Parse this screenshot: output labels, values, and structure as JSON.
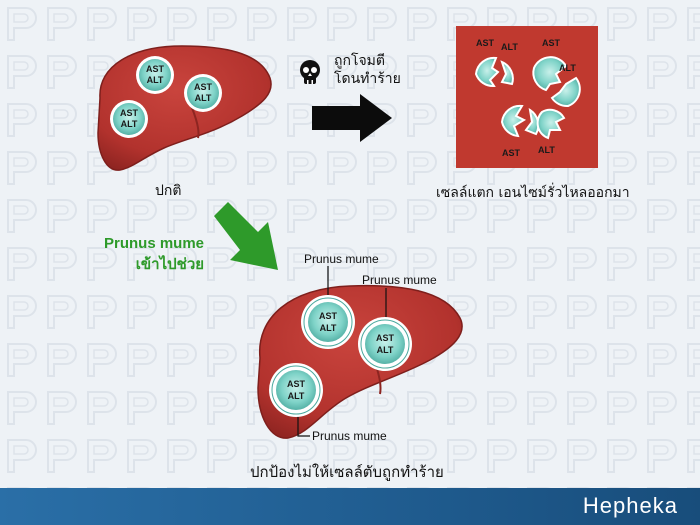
{
  "labels": {
    "attacked": "ถูกโจมตี\nโดนทำร้าย",
    "attacked_line1": "ถูกโจมตี",
    "attacked_line2": "โดนทำร้าย",
    "normal": "ปกติ",
    "cell_burst": "เซลล์แตก เอนไซม์รั่วไหลออกมา",
    "prunus_help_line1": "Prunus mume",
    "prunus_help_line2": "เข้าไปช่วย",
    "protect": "ปกป้องไม่ให้เซลล์ตับถูกทำร้าย",
    "prunus_callout_1": "Prunus mume",
    "prunus_callout_2": "Prunus mume",
    "prunus_callout_3": "Prunus mume"
  },
  "enzymes": {
    "ast": "AST",
    "alt": "ALT"
  },
  "brand": "Hepheka",
  "colors": {
    "liver": "#b8352f",
    "liver_dark": "#8f2522",
    "cell_fill": "#7fd3c8",
    "damaged_bg": "#c23a33",
    "arrow_green": "#2e9a2a",
    "footer": "#245f94"
  }
}
